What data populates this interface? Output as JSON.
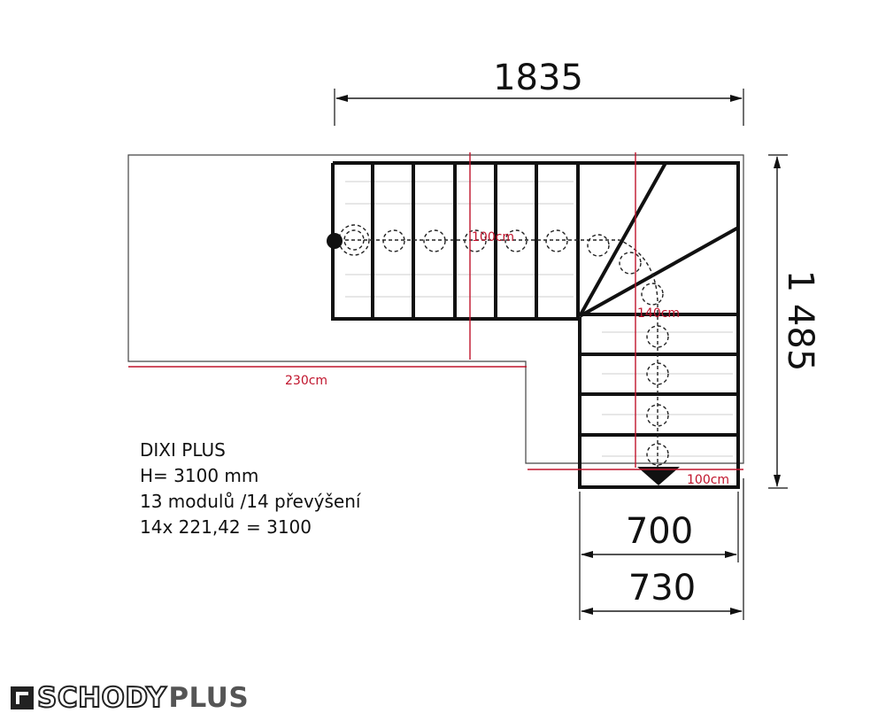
{
  "dimensions": {
    "top_width": "1835",
    "right_height": "1 485",
    "bottom_inner": "700",
    "bottom_outer": "730"
  },
  "red_labels": {
    "upper_flight_width": "100cm",
    "corner_width": "140cm",
    "lower_flight_width": "100cm",
    "opening_length": "230cm"
  },
  "spec": {
    "model": "DIXI PLUS",
    "height": "H= 3100 mm",
    "modules": "13 modulů /14 převýšení",
    "formula": "14x 221,42 = 3100"
  },
  "logo": {
    "part1": "SCHODY",
    "part2": "PLUS"
  },
  "colors": {
    "line": "#111111",
    "red": "#c0142c",
    "thin": "#444444"
  }
}
